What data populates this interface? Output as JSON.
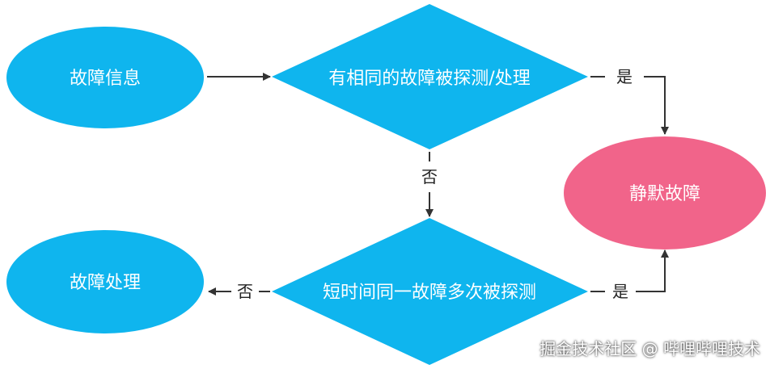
{
  "nodes": {
    "fault_info": "故障信息",
    "same_fault_check": "有相同的故障被探测/处理",
    "silence_fault": "静默故障",
    "repeated_check": "短时间同一故障多次被探测",
    "fault_handle": "故障处理"
  },
  "edges": {
    "yes_top": "是",
    "no_middle": "否",
    "no_bottom": "否",
    "yes_bottom": "是"
  },
  "watermark": "掘金技术社区 @ 哔哩哔哩技术",
  "colors": {
    "node_blue": "#0fb5ee",
    "node_pink": "#f1648a",
    "line": "#333333",
    "text": "#ffffff"
  }
}
